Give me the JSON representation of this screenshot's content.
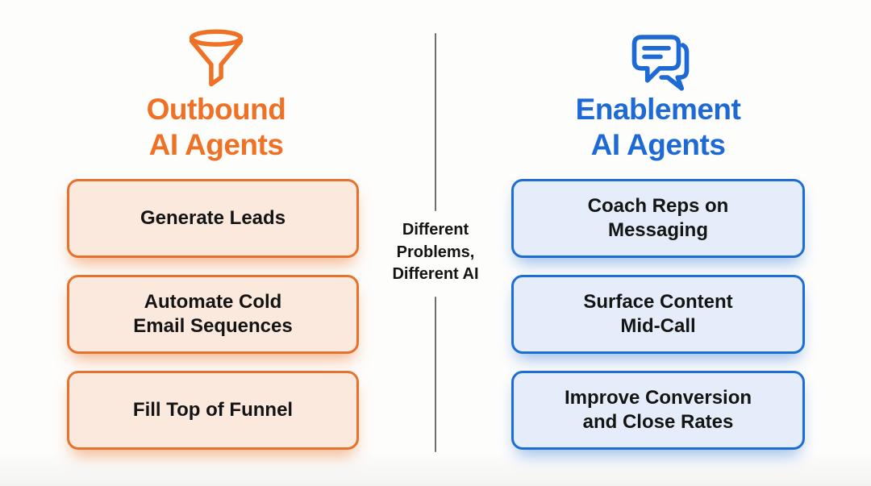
{
  "palette": {
    "background": "#FDFDFC",
    "text_dark": "#141414",
    "divider_gray": "#6F6F6F",
    "orange_accent": "#EE7125",
    "orange_border": "#E5722D",
    "orange_fill": "#FBE9DD",
    "blue_accent": "#1E6AD4",
    "blue_border": "#1D6ED3",
    "blue_fill": "#E6EDFA"
  },
  "left_column": {
    "icon": "funnel-icon",
    "title": "Outbound\nAI Agents",
    "items": [
      "Generate Leads",
      "Automate Cold\nEmail Sequences",
      "Fill Top of Funnel"
    ]
  },
  "center": {
    "label": "Different\nProblems,\nDifferent AI"
  },
  "right_column": {
    "icon": "chat-bubbles-icon",
    "title": "Enablement\nAI Agents",
    "items": [
      "Coach Reps on\nMessaging",
      "Surface Content\nMid-Call",
      "Improve Conversion\nand Close Rates"
    ]
  }
}
